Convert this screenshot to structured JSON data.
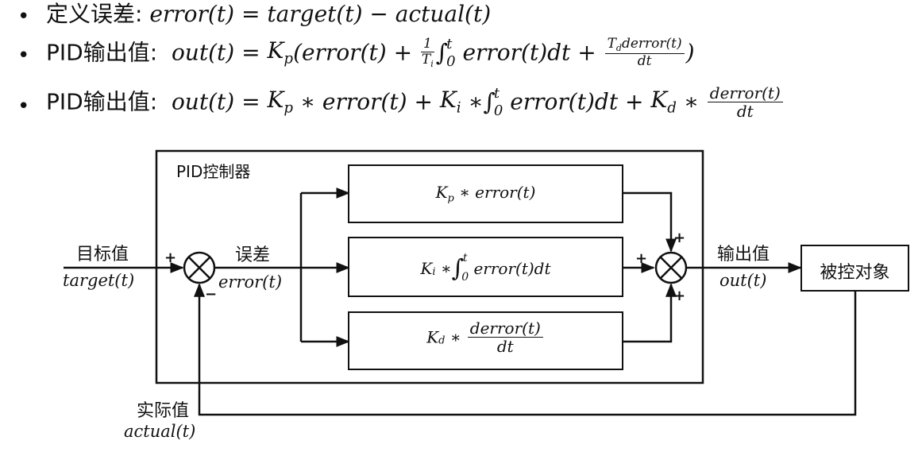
{
  "equations": {
    "line1": {
      "label": "定义误差:",
      "lhs": "error(t)",
      "eq": "=",
      "rhs": "target(t) − actual(t)"
    },
    "line2": {
      "label": "PID输出值:",
      "lhs": "out(t)",
      "eq": "=",
      "kp": "K",
      "kp_sub": "p",
      "open": "(error(t) +",
      "frac1_num": "1",
      "frac1_den": "T",
      "frac1_den_sub": "i",
      "integral_sup": "t",
      "integral_sub": "0",
      "integrand": "error(t)dt +",
      "frac2_num": "T",
      "frac2_num_sub": "d",
      "frac2_num_rest": "derror(t)",
      "frac2_den": "dt",
      "close": ")"
    },
    "line3": {
      "label": "PID输出值:",
      "lhs": "out(t)",
      "eq": "=",
      "kp": "K",
      "kp_sub": "p",
      "t1": "∗ error(t) +",
      "ki": "K",
      "ki_sub": "i",
      "t2": "∗",
      "integral_sup": "t",
      "integral_sub": "0",
      "t3": "error(t)dt +",
      "kd": "K",
      "kd_sub": "d",
      "t4": "∗",
      "frac_num": "derror(t)",
      "frac_den": "dt"
    }
  },
  "diagram": {
    "controller_title": "PID控制器",
    "input_label": "目标值",
    "input_math": "target(t)",
    "error_label": "误差",
    "error_math": "error(t)",
    "output_label": "输出值",
    "output_math": "out(t)",
    "feedback_label": "实际值",
    "feedback_math": "actual(t)",
    "plant_label": "被控对象",
    "blocks": {
      "p": {
        "k": "K",
        "sub": "p",
        "rest": "∗ error(t)"
      },
      "i": {
        "k": "K",
        "sub": "i",
        "mul": "∗",
        "sup": "t",
        "lower": "0",
        "rest": "error(t)dt"
      },
      "d": {
        "k": "K",
        "sub": "d",
        "mul": "∗",
        "num": "derror(t)",
        "den": "dt"
      }
    },
    "signs": {
      "sum1_plus": "+",
      "sum1_minus": "−",
      "sum2_top": "+",
      "sum2_left": "+",
      "sum2_bottom": "+"
    }
  }
}
